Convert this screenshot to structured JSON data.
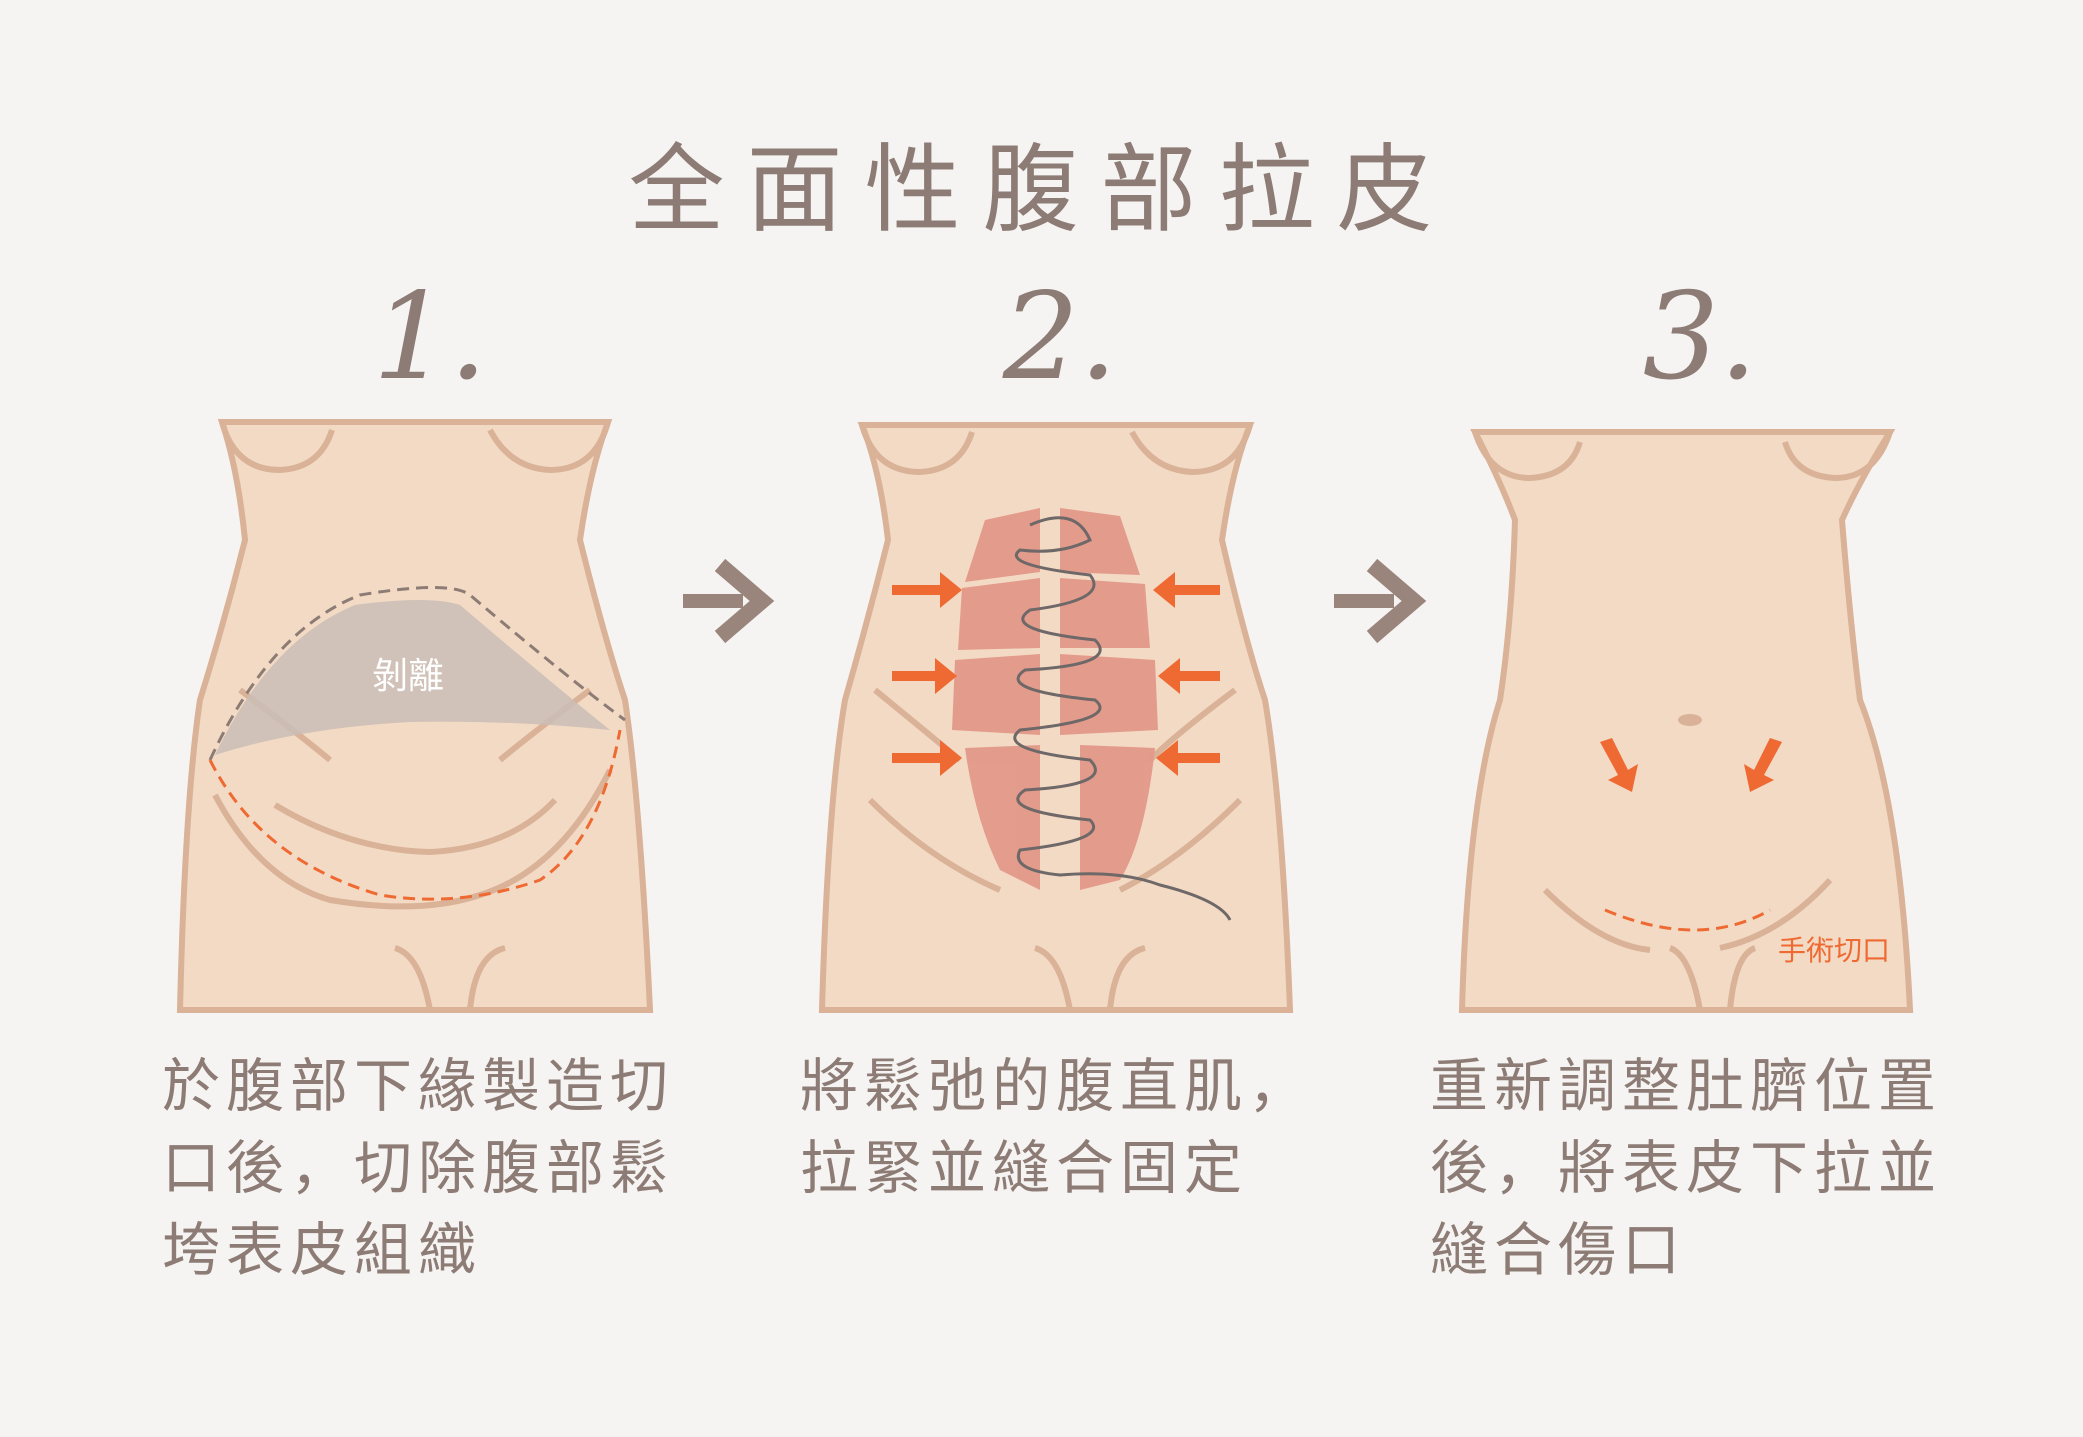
{
  "title": "全面性腹部拉皮",
  "steps": [
    {
      "number": "1.",
      "label": "剝離",
      "caption": "於腹部下緣製造切\n口後，切除腹部鬆\n垮表皮組織"
    },
    {
      "number": "2.",
      "caption": "將鬆弛的腹直肌，\n拉緊並縫合固定"
    },
    {
      "number": "3.",
      "label": "手術切口",
      "caption": "重新調整肚臍位置\n後，將表皮下拉並\n縫合傷口"
    }
  ],
  "colors": {
    "skin": "#f3dac4",
    "outline": "#d9b297",
    "muscle": "#e3998a",
    "accent": "#ef6a33",
    "separated": "#c9bdb6",
    "arrow": "#9a857d",
    "text": "#8d7b75"
  }
}
